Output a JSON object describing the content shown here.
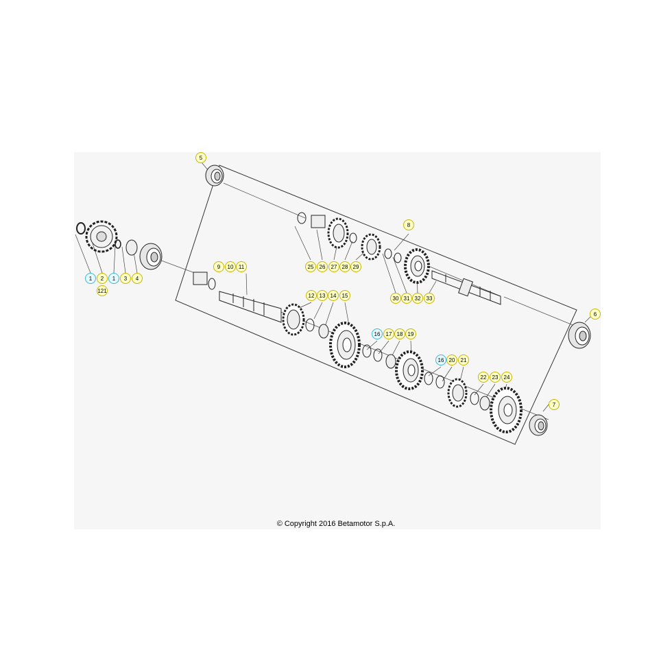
{
  "copyright": "© Copyright 2016 Betamotor S.p.A.",
  "colors": {
    "callout_yellow_fill": "#ffffc8",
    "callout_yellow_stroke": "#c8b400",
    "callout_cyan_fill": "#e6f8ff",
    "callout_cyan_stroke": "#3fb6d6",
    "canvas_background": "#f6f6f6",
    "line": "#333333"
  },
  "callouts": [
    {
      "label": "5",
      "color": "yellow"
    },
    {
      "label": "8",
      "color": "yellow"
    },
    {
      "label": "6",
      "color": "yellow"
    },
    {
      "label": "7",
      "color": "yellow"
    },
    {
      "label": "1",
      "color": "cyan"
    },
    {
      "label": "2",
      "color": "yellow"
    },
    {
      "label": "1",
      "color": "cyan"
    },
    {
      "label": "3",
      "color": "yellow"
    },
    {
      "label": "4",
      "color": "yellow"
    },
    {
      "label": "121",
      "color": "yellow"
    },
    {
      "label": "9",
      "color": "yellow"
    },
    {
      "label": "10",
      "color": "yellow"
    },
    {
      "label": "11",
      "color": "yellow"
    },
    {
      "label": "12",
      "color": "yellow"
    },
    {
      "label": "13",
      "color": "yellow"
    },
    {
      "label": "14",
      "color": "yellow"
    },
    {
      "label": "15",
      "color": "yellow"
    },
    {
      "label": "25",
      "color": "yellow"
    },
    {
      "label": "26",
      "color": "yellow"
    },
    {
      "label": "27",
      "color": "yellow"
    },
    {
      "label": "28",
      "color": "yellow"
    },
    {
      "label": "29",
      "color": "yellow"
    },
    {
      "label": "30",
      "color": "yellow"
    },
    {
      "label": "31",
      "color": "yellow"
    },
    {
      "label": "32",
      "color": "yellow"
    },
    {
      "label": "33",
      "color": "yellow"
    },
    {
      "label": "16",
      "color": "cyan"
    },
    {
      "label": "17",
      "color": "yellow"
    },
    {
      "label": "18",
      "color": "yellow"
    },
    {
      "label": "19",
      "color": "yellow"
    },
    {
      "label": "16",
      "color": "cyan"
    },
    {
      "label": "20",
      "color": "yellow"
    },
    {
      "label": "21",
      "color": "yellow"
    },
    {
      "label": "22",
      "color": "yellow"
    },
    {
      "label": "23",
      "color": "yellow"
    },
    {
      "label": "24",
      "color": "yellow"
    }
  ]
}
